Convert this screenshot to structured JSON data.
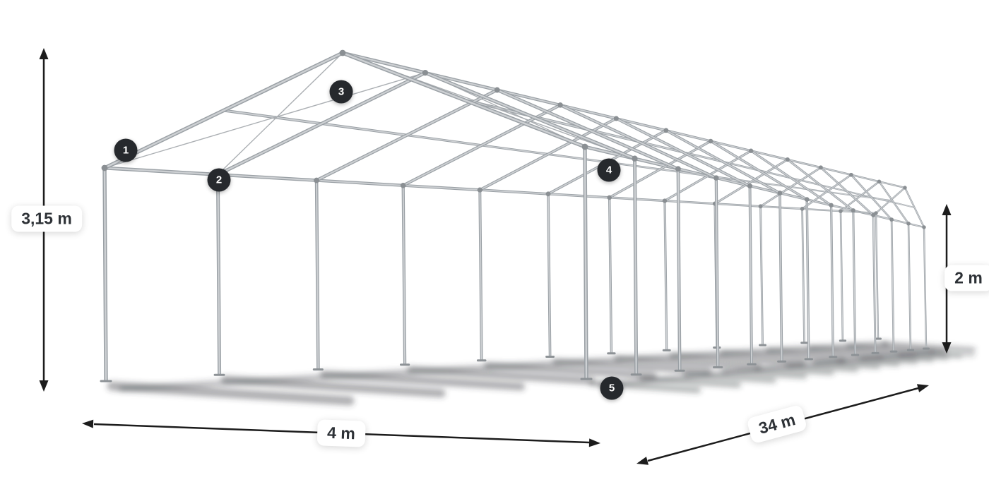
{
  "diagram": {
    "dimensions": {
      "total_height": "3,15 m",
      "front_width": "4 m",
      "length": "34 m",
      "side_height": "2 m"
    },
    "part_markers": [
      {
        "label": "1"
      },
      {
        "label": "2"
      },
      {
        "label": "3"
      },
      {
        "label": "4"
      },
      {
        "label": "5"
      }
    ],
    "colors": {
      "background": "#ffffff",
      "frame": "#b4b8bc",
      "frame_shade": "#9aa0a5",
      "badge": "#26292d",
      "arrow": "#1c1c1c",
      "shadow": "#34383d",
      "label_text": "#2d3136"
    }
  }
}
